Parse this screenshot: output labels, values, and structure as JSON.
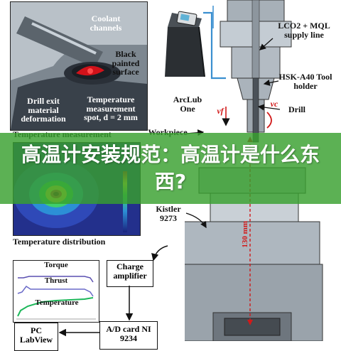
{
  "figure": {
    "callouts": {
      "coolant_channels": "Coolant channels",
      "black_painted_surface": "Black painted surface",
      "drill_exit_deformation": "Drill exit material deformation",
      "temp_spot": "Temperature measurement spot, d = 2 mm",
      "arclub": "ArcLub One",
      "lco2_mql": "LCO2 + MQL supply line",
      "hsk_holder": "HSK-A40 Tool holder",
      "drill": "Drill",
      "workpiece": "Workpiece",
      "kistler": "Kistler 9273",
      "dimension": "130 mm",
      "vf": "vf",
      "vc": "vc"
    },
    "thermal_panel": {
      "title": "Temperature measurement",
      "caption": "Temperature distribution"
    },
    "signals_panel": {
      "torque": "Torque",
      "thrust": "Thrust",
      "temperature": "Temperature"
    },
    "boxes": {
      "charge_amplifier": "Charge amplifier",
      "ad_card": "A/D card NI 9234",
      "pc": "PC LabView"
    }
  },
  "banner": {
    "text": "高温计安装规范：高温计是什么东西?"
  }
}
